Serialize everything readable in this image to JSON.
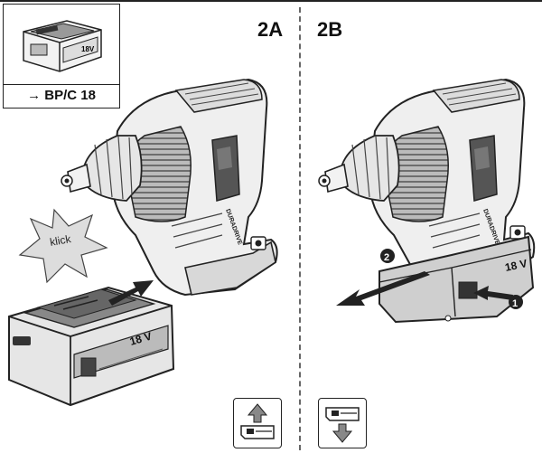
{
  "reference": {
    "label": "→ BP/C 18",
    "battery_voltage": "18V"
  },
  "steps": {
    "attach_label": "2A",
    "remove_label": "2B"
  },
  "illustration": {
    "click_text": "klick",
    "battery_voltage": "18 V",
    "release_button_number": "1",
    "pull_direction_number": "2"
  },
  "icons": {
    "attach": "battery-slide-in-icon",
    "remove": "battery-slide-out-icon"
  }
}
